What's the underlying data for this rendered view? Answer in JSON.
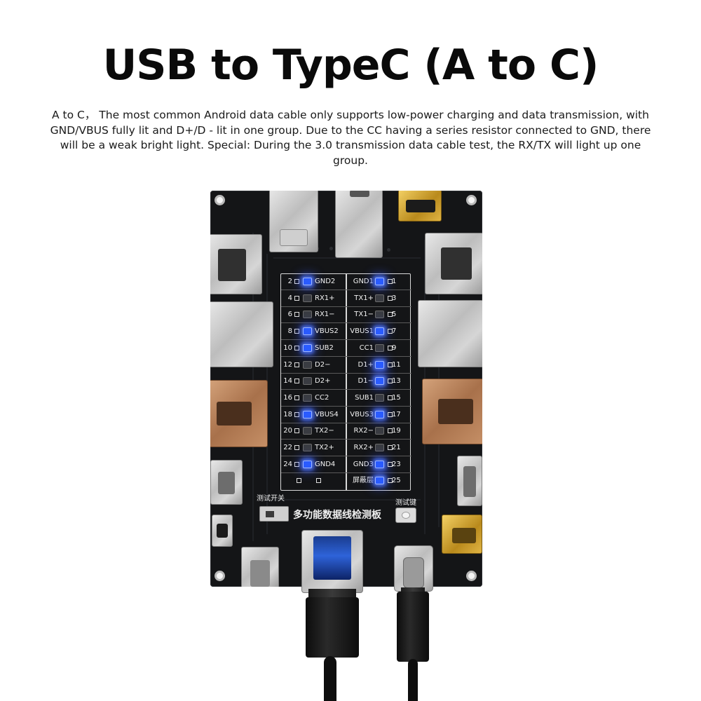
{
  "title": "USB to TypeC (A to C)",
  "description": "A to C， The most common Android data cable only supports low-power charging and data transmission, with GND/VBUS fully lit and D+/D - lit in one group. Due to the CC having a series resistor connected to GND, there will be a weak bright light. Special: During the 3.0 transmission data cable test, the RX/TX will light up one group.",
  "board": {
    "label_switch": "测试开关",
    "label_main": "多功能数据线检测板",
    "label_key": "测试键",
    "colors": {
      "board": "#141517",
      "led_on": "#2a5bff",
      "silkscreen": "#efefef"
    },
    "pins": [
      {
        "left_num": "2",
        "left_name": "GND2",
        "left_lit": true,
        "right_name": "GND1",
        "right_num": "1",
        "right_lit": true
      },
      {
        "left_num": "4",
        "left_name": "RX1+",
        "left_lit": false,
        "right_name": "TX1+",
        "right_num": "3",
        "right_lit": false
      },
      {
        "left_num": "6",
        "left_name": "RX1−",
        "left_lit": false,
        "right_name": "TX1−",
        "right_num": "5",
        "right_lit": false
      },
      {
        "left_num": "8",
        "left_name": "VBUS2",
        "left_lit": true,
        "right_name": "VBUS1",
        "right_num": "7",
        "right_lit": true
      },
      {
        "left_num": "10",
        "left_name": "SUB2",
        "left_lit": true,
        "right_name": "CC1",
        "right_num": "9",
        "right_lit": false
      },
      {
        "left_num": "12",
        "left_name": "D2−",
        "left_lit": false,
        "right_name": "D1+",
        "right_num": "11",
        "right_lit": true
      },
      {
        "left_num": "14",
        "left_name": "D2+",
        "left_lit": false,
        "right_name": "D1−",
        "right_num": "13",
        "right_lit": true
      },
      {
        "left_num": "16",
        "left_name": "CC2",
        "left_lit": false,
        "right_name": "SUB1",
        "right_num": "15",
        "right_lit": false
      },
      {
        "left_num": "18",
        "left_name": "VBUS4",
        "left_lit": true,
        "right_name": "VBUS3",
        "right_num": "17",
        "right_lit": true
      },
      {
        "left_num": "20",
        "left_name": "TX2−",
        "left_lit": false,
        "right_name": "RX2−",
        "right_num": "19",
        "right_lit": false
      },
      {
        "left_num": "22",
        "left_name": "TX2+",
        "left_lit": false,
        "right_name": "RX2+",
        "right_num": "21",
        "right_lit": false
      },
      {
        "left_num": "24",
        "left_name": "GND4",
        "left_lit": true,
        "right_name": "GND3",
        "right_num": "23",
        "right_lit": true
      },
      {
        "left_num": "",
        "left_name": "",
        "left_lit": false,
        "right_name": "屏蔽层",
        "right_num": "25",
        "right_lit": true
      }
    ]
  }
}
